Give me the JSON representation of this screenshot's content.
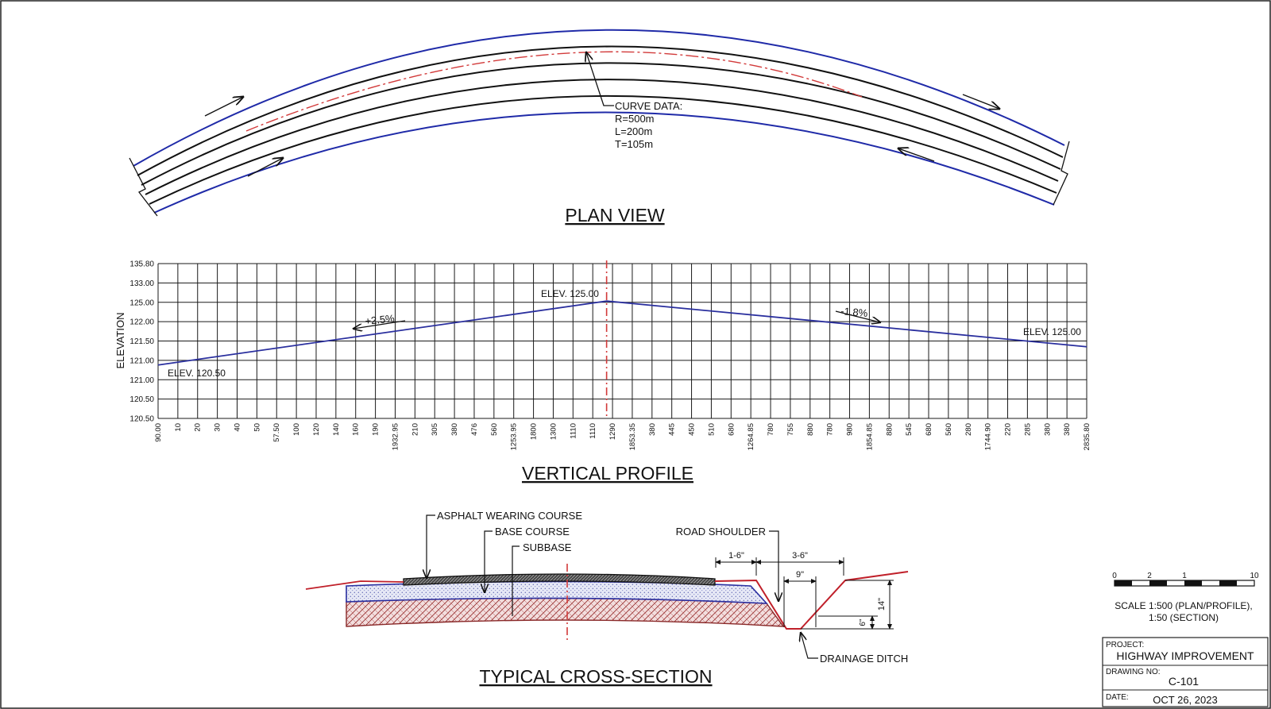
{
  "plan_view": {
    "title": "PLAN VIEW",
    "curve_data": {
      "heading": "CURVE DATA:",
      "lines": [
        "R=500m",
        "L=200m",
        "T=105m"
      ]
    },
    "colors": {
      "edge": "#1f2aa8",
      "lane": "#111111",
      "centerline": "#d23a3a"
    }
  },
  "vertical_profile": {
    "title": "VERTICAL PROFILE",
    "y_axis_label": "ELEVATION",
    "y_ticks": [
      "135.80",
      "133.00",
      "125.00",
      "122.00",
      "121.50",
      "121.00",
      "121.00",
      "120.50",
      "120.50"
    ],
    "x_ticks": [
      "90.00",
      "10",
      "20",
      "30",
      "40",
      "50",
      "57.50",
      "100",
      "120",
      "140",
      "160",
      "190",
      "1932.95",
      "210",
      "305",
      "380",
      "476",
      "560",
      "1253.95",
      "1800",
      "1300",
      "1110",
      "1110",
      "1290",
      "1853.35",
      "380",
      "445",
      "450",
      "510",
      "680",
      "1264.85",
      "780",
      "755",
      "880",
      "780",
      "980",
      "1854.85",
      "880",
      "545",
      "680",
      "560",
      "280",
      "1744.90",
      "220",
      "285",
      "380",
      "380",
      "2835.80"
    ],
    "annotations": {
      "start_elev": "ELEV. 120.50",
      "peak_elev": "ELEV. 125.00",
      "end_elev": "ELEV. 125.00",
      "grade_up": "+2.5%",
      "grade_down": "-1.8%"
    },
    "profile_points_frac": [
      [
        0,
        0.655
      ],
      [
        0.483,
        0.242
      ],
      [
        1,
        0.537
      ]
    ],
    "colors": {
      "profile": "#2a2f9e",
      "pvi": "#d23a3a"
    }
  },
  "cross_section": {
    "title": "TYPICAL CROSS-SECTION",
    "layers": {
      "asphalt": "ASPHALT WEARING COURSE",
      "base": "BASE COURSE",
      "subbase": "SUBBASE"
    },
    "road_shoulder": "ROAD SHOULDER",
    "drainage_ditch": "DRAINAGE DITCH",
    "dims": {
      "shoulder": "1-6\"",
      "ditch_top": "3-6\"",
      "ditch_bottom": "9\"",
      "depth": "14\"",
      "depth_small": "6\""
    },
    "colors": {
      "ground": "#c0202a",
      "base": "#2a2fa0",
      "subbase": "#8a2a2a"
    }
  },
  "scale_bar": {
    "ticks": [
      "0",
      "2",
      "1",
      "10"
    ],
    "text": [
      "SCALE 1:500 (PLAN/PROFILE),",
      "1:50 (SECTION)"
    ]
  },
  "title_block": {
    "project_label": "PROJECT:",
    "project_value": "HIGHWAY IMPROVEMENT",
    "drawing_label": "DRAWING NO:",
    "drawing_value": "C-101",
    "date_label": "DATE:",
    "date_value": "OCT 26, 2023"
  }
}
